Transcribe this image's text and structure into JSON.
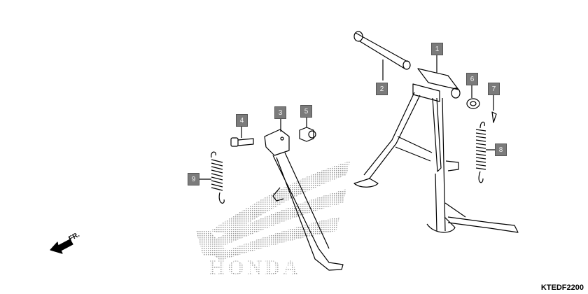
{
  "diagram": {
    "callouts": [
      {
        "id": "1",
        "part": "main-stand"
      },
      {
        "id": "2",
        "part": "stand-pivot-pipe"
      },
      {
        "id": "3",
        "part": "side-stand-bar"
      },
      {
        "id": "4",
        "part": "side-stand-pivot-bolt"
      },
      {
        "id": "5",
        "part": "lock-nut"
      },
      {
        "id": "6",
        "part": "washer"
      },
      {
        "id": "7",
        "part": "cotter-pin"
      },
      {
        "id": "8",
        "part": "main-stand-spring"
      },
      {
        "id": "9",
        "part": "side-stand-spring"
      }
    ],
    "direction_label": "FR.",
    "diagram_code": "KTEDF2200",
    "watermark": "HONDA",
    "callout_color": "#7b7b7b"
  }
}
